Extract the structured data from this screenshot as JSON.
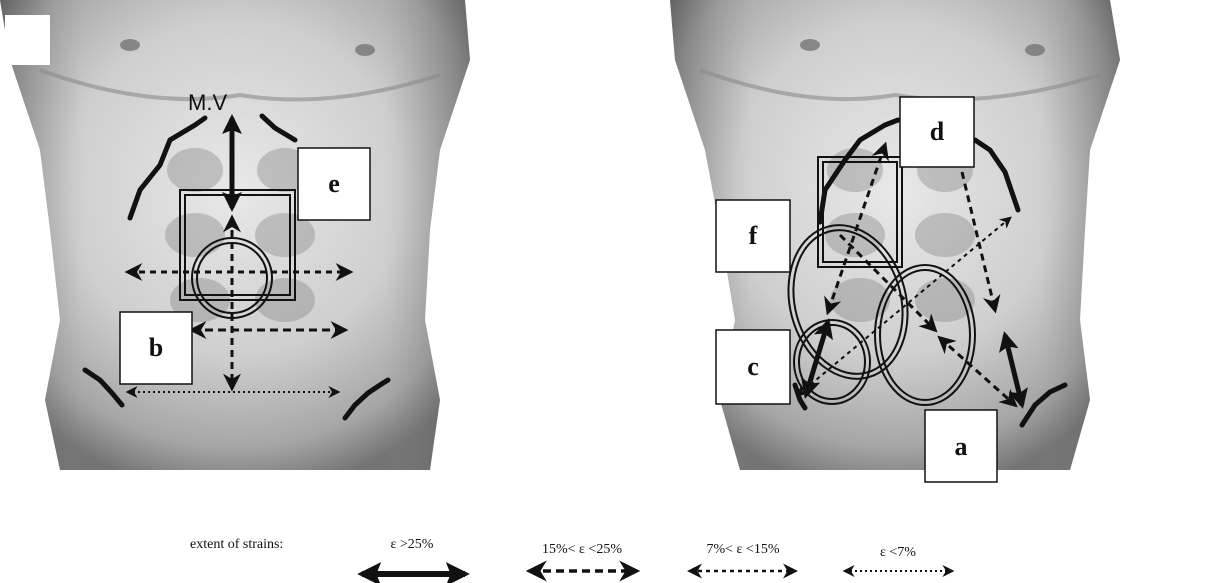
{
  "left_panel": {
    "label_mv": "M.V",
    "box_e": "e",
    "box_b": "b"
  },
  "right_panel": {
    "box_d": "d",
    "box_f": "f",
    "box_c": "c",
    "box_a": "a"
  },
  "legend": {
    "title": "extent of strains:",
    "items": [
      {
        "label": "ε >25%",
        "style": "thick-solid"
      },
      {
        "label": "15%< ε <25%",
        "style": "dashed"
      },
      {
        "label": "7%< ε <15%",
        "style": "short-dashed"
      },
      {
        "label": "ε <7%",
        "style": "dotted"
      }
    ]
  },
  "colors": {
    "skin_light": "#efefef",
    "skin_mid": "#bdbdbd",
    "skin_dark": "#5a5a5a",
    "ink": "#111111"
  }
}
